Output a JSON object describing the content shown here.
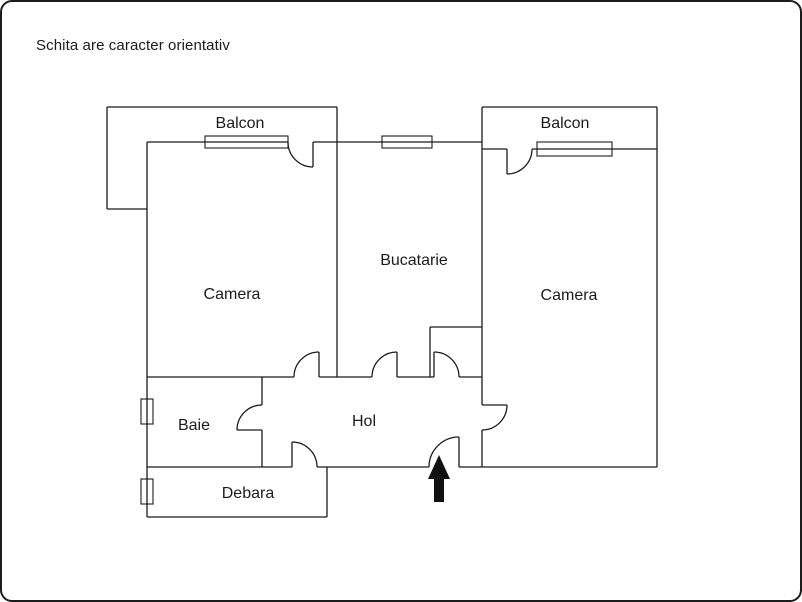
{
  "page": {
    "title": "Schita are caracter orientativ"
  },
  "rooms": {
    "balcon_left": "Balcon",
    "balcon_right": "Balcon",
    "camera_left": "Camera",
    "bucatarie": "Bucatarie",
    "camera_right": "Camera",
    "hol": "Hol",
    "baie": "Baie",
    "debara": "Debara"
  },
  "colors": {
    "line": "#1b1b1b",
    "arrow": "#111111",
    "background": "#ffffff"
  }
}
